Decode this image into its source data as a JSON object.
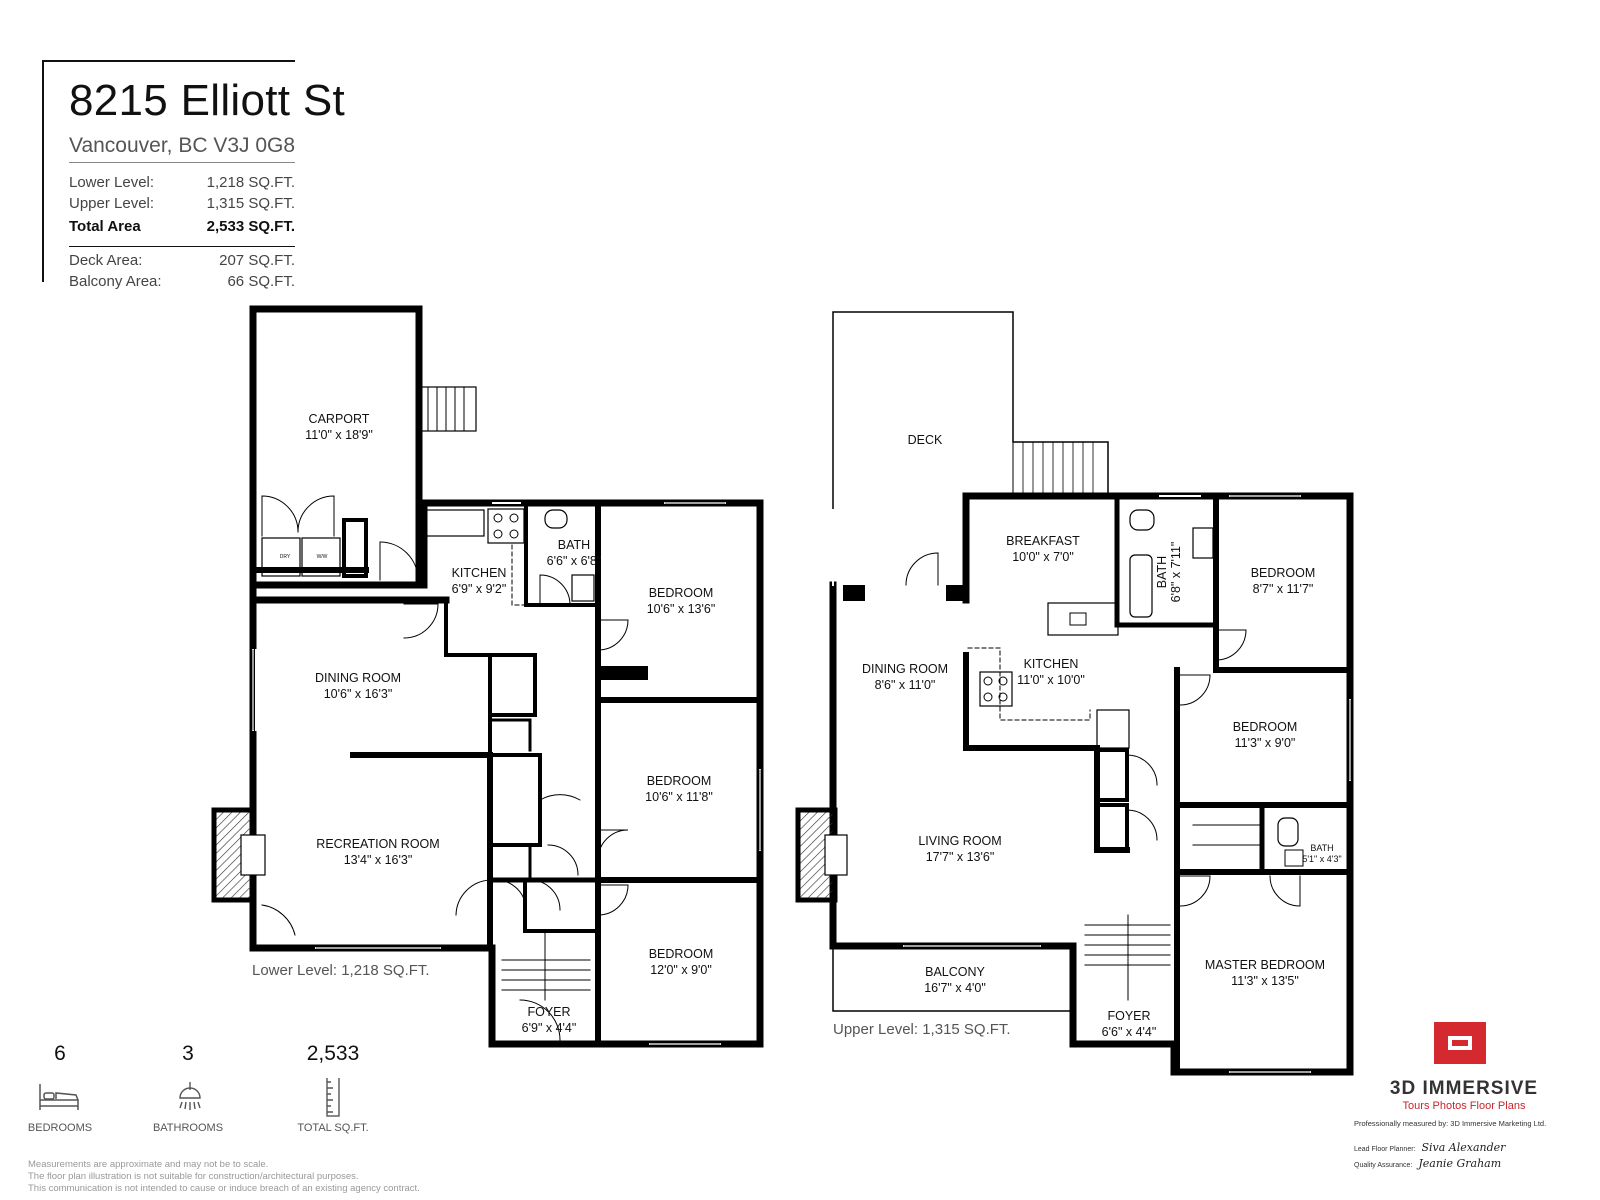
{
  "header": {
    "address": "8215 Elliott St",
    "city": "Vancouver, BC V3J 0G8"
  },
  "areas": {
    "lower_label": "Lower Level:",
    "lower_value": "1,218 SQ.FT.",
    "upper_label": "Upper Level:",
    "upper_value": "1,315 SQ.FT.",
    "total_label": "Total Area",
    "total_value": "2,533 SQ.FT.",
    "deck_label": "Deck Area:",
    "deck_value": "207 SQ.FT.",
    "balcony_label": "Balcony  Area:",
    "balcony_value": "66 SQ.FT."
  },
  "lower_plan": {
    "level_label": "Lower Level: 1,218 SQ.FT.",
    "rooms": {
      "carport": {
        "name": "CARPORT",
        "dim": "11'0\" x 18'9\""
      },
      "kitchen": {
        "name": "KITCHEN",
        "dim": "6'9\" x 9'2\""
      },
      "bath": {
        "name": "BATH",
        "dim": "6'6\" x 6'8\""
      },
      "bedroom1": {
        "name": "BEDROOM",
        "dim": "10'6\" x 13'6\""
      },
      "dining": {
        "name": "DINING ROOM",
        "dim": "10'6\" x 16'3\""
      },
      "bedroom2": {
        "name": "BEDROOM",
        "dim": "10'6\" x 11'8\""
      },
      "recreation": {
        "name": "RECREATION ROOM",
        "dim": "13'4\" x 16'3\""
      },
      "bedroom3": {
        "name": "BEDROOM",
        "dim": "12'0\" x 9'0\""
      },
      "foyer": {
        "name": "FOYER",
        "dim": "6'9\" x 4'4\""
      }
    },
    "appliance_labels": {
      "dryer": "DRY",
      "washer": "W/W"
    }
  },
  "upper_plan": {
    "level_label": "Upper Level: 1,315 SQ.FT.",
    "rooms": {
      "deck": {
        "name": "DECK"
      },
      "breakfast": {
        "name": "BREAKFAST",
        "dim": "10'0\" x 7'0\""
      },
      "bath1": {
        "name": "BATH",
        "dim": "6'8\" x 7'11\""
      },
      "bedroom1": {
        "name": "BEDROOM",
        "dim": "8'7\" x 11'7\""
      },
      "dining": {
        "name": "DINING ROOM",
        "dim": "8'6\" x 11'0\""
      },
      "kitchen": {
        "name": "KITCHEN",
        "dim": "11'0\" x 10'0\""
      },
      "bedroom2": {
        "name": "BEDROOM",
        "dim": "11'3\" x 9'0\""
      },
      "living": {
        "name": "LIVING ROOM",
        "dim": "17'7\" x 13'6\""
      },
      "bath2": {
        "name": "BATH",
        "dim": "5'1\" x 4'3\""
      },
      "master": {
        "name": "MASTER BEDROOM",
        "dim": "11'3\" x 13'5\""
      },
      "balcony": {
        "name": "BALCONY",
        "dim": "16'7\" x 4'0\""
      },
      "foyer": {
        "name": "FOYER",
        "dim": "6'6\" x 4'4\""
      }
    }
  },
  "stats": {
    "bedrooms": {
      "value": "6",
      "label": "BEDROOMS",
      "icon": "bed-icon"
    },
    "bathrooms": {
      "value": "3",
      "label": "BATHROOMS",
      "icon": "shower-icon"
    },
    "sqft": {
      "value": "2,533",
      "label": "TOTAL SQ.FT.",
      "icon": "ruler-icon"
    }
  },
  "branding": {
    "logo_name": "3D IMMERSIVE",
    "logo_tagline": "Tours  Photos  Floor Plans",
    "measured_by": "Professionally measured by: 3D Immersive Marketing Ltd.",
    "planner_label": "Lead Floor Planner:",
    "planner_sig": "Siva Alexander",
    "qa_label": "Quality Assurance:",
    "qa_sig": "Jeanie Graham",
    "accent_color": "#d42a2f"
  },
  "disclaimer": {
    "line1": "Measurements are approximate and may not be to scale.",
    "line2": "The floor plan illustration is not suitable for construction/architectural purposes.",
    "line3": "This communication is not intended to cause or induce breach of an existing agency contract."
  }
}
